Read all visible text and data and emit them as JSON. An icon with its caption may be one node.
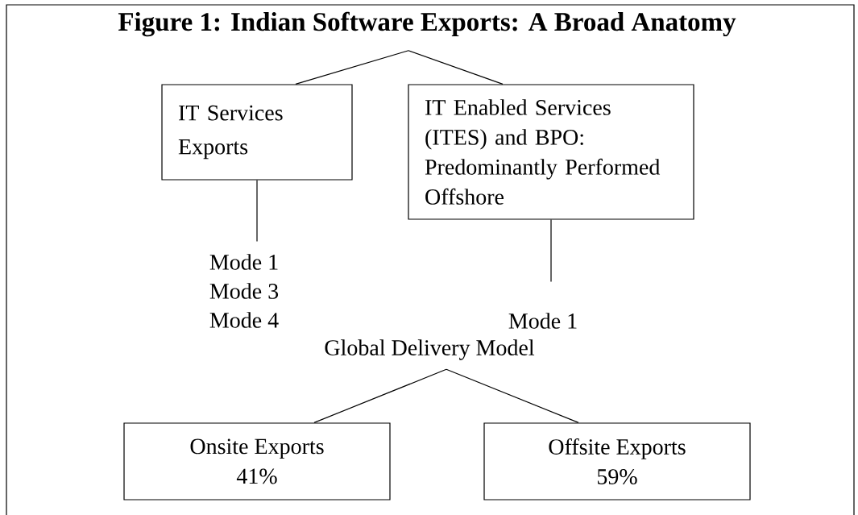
{
  "diagram": {
    "nodes": [
      {
        "text": [
          "Figure 1: Indian Software Exports: A Broad Anatomy"
        ]
      },
      {
        "text": [
          "IT Services Exports"
        ]
      },
      {
        "text": [
          "IT Enabled Services (ITES) and BPO: Predominantly Performed Offshore"
        ]
      },
      {
        "text": [
          "Mode 1",
          "Mode 3",
          "Mode 4"
        ]
      },
      {
        "text": [
          "Mode 1"
        ]
      },
      {
        "text": [
          "Global Delivery Model"
        ]
      },
      {
        "text": [
          "Onsite Exports",
          "41%"
        ]
      },
      {
        "text": [
          "Offsite Exports",
          "59%"
        ]
      }
    ],
    "edges": [
      {
        "from": 0,
        "to": 1,
        "arrow": "none"
      },
      {
        "from": 0,
        "to": 2,
        "arrow": "none"
      },
      {
        "from": 1,
        "to": 3,
        "arrow": "none"
      },
      {
        "from": 2,
        "to": 4,
        "arrow": "none"
      },
      {
        "from": 5,
        "to": 6,
        "arrow": "none"
      },
      {
        "from": 5,
        "to": 7,
        "arrow": "none"
      }
    ]
  }
}
